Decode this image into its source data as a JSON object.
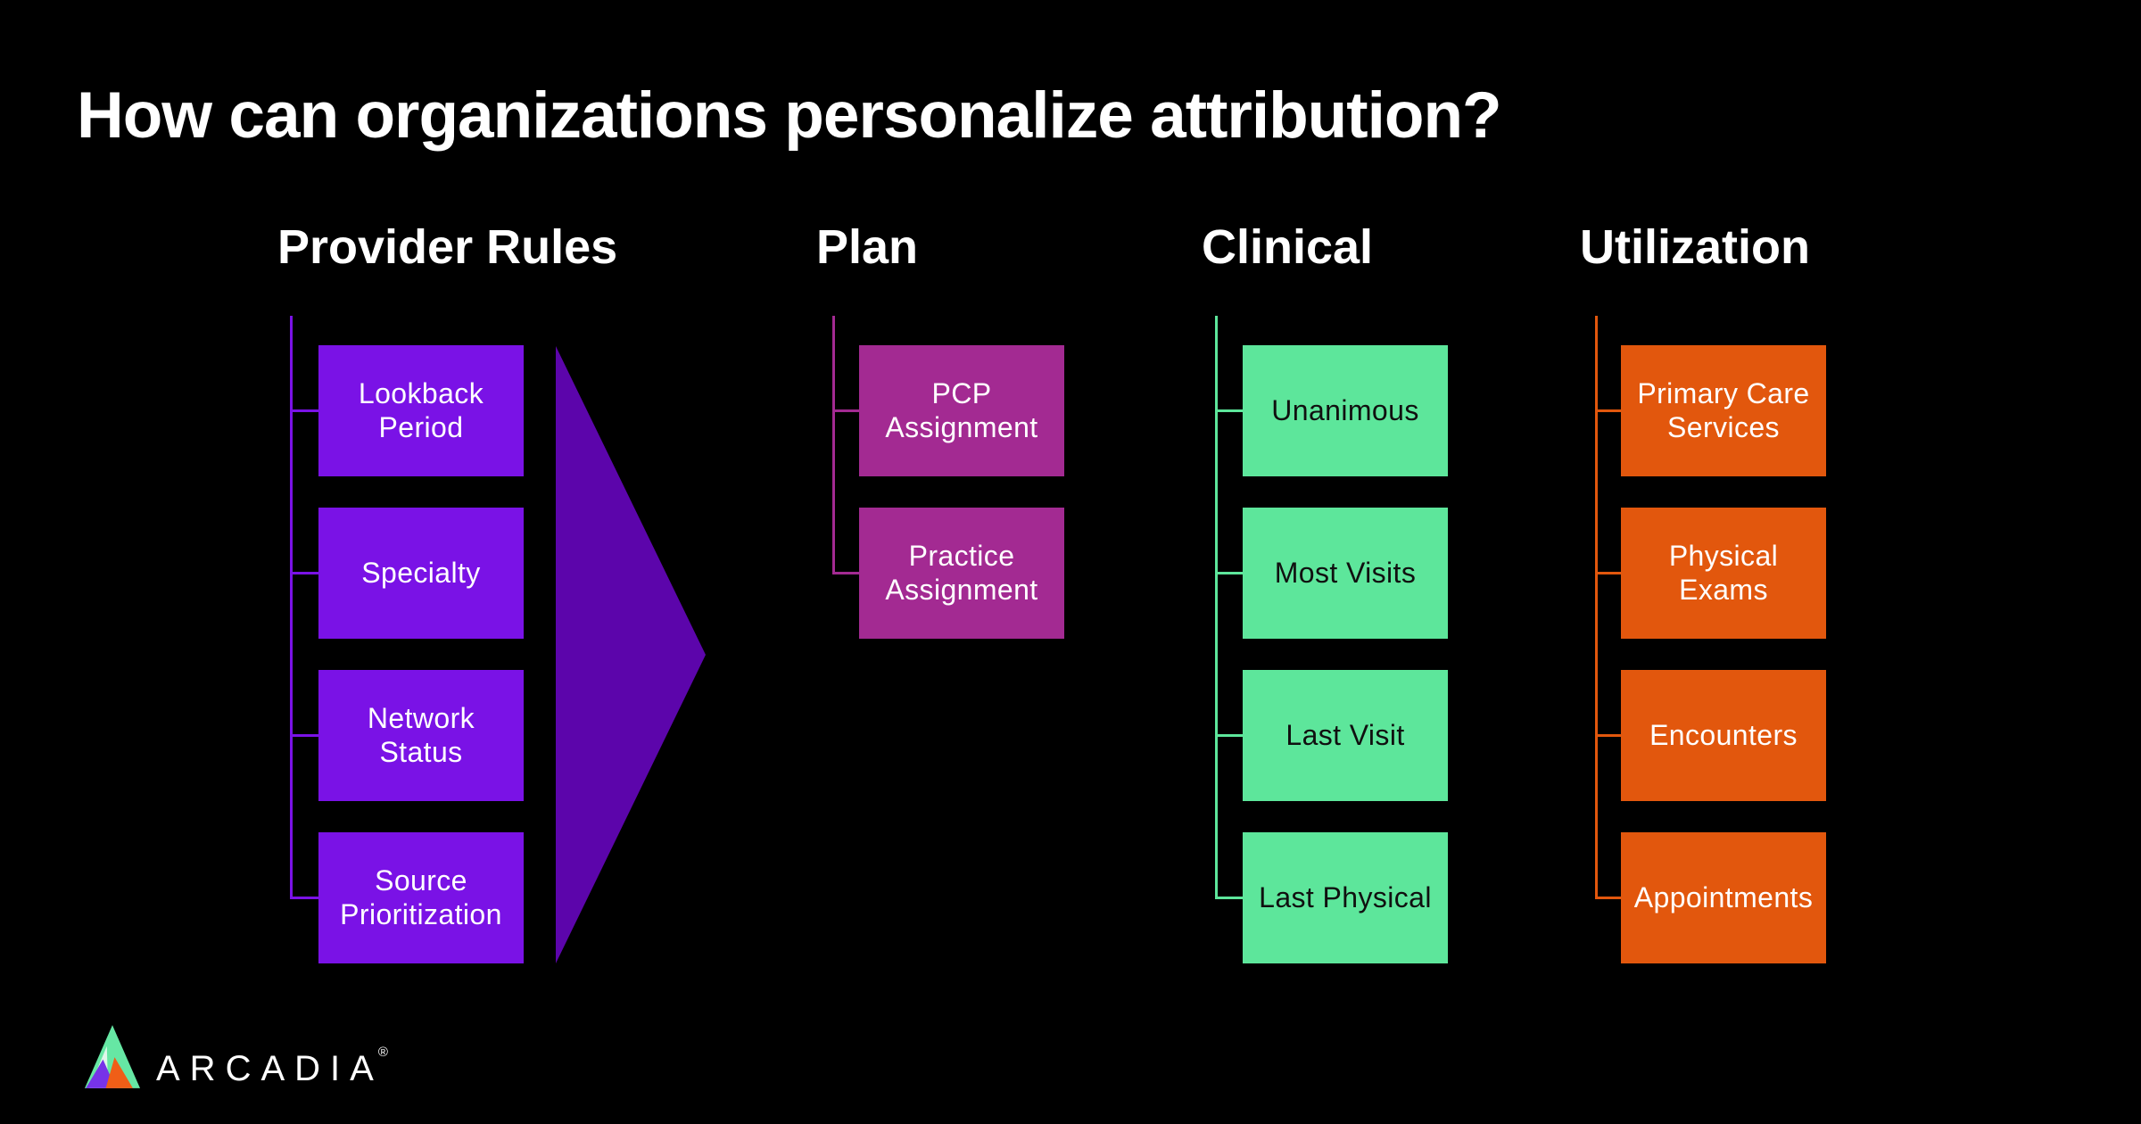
{
  "title": "How can organizations personalize attribution?",
  "columns": [
    {
      "header": "Provider Rules",
      "color": "#7A12E6",
      "text_color": "#FFFFFF",
      "items": [
        "Lookback Period",
        "Specialty",
        "Network Status",
        "Source Prioritization"
      ]
    },
    {
      "header": "Plan",
      "color": "#A32A92",
      "text_color": "#FFFFFF",
      "items": [
        "PCP Assignment",
        "Practice Assignment"
      ]
    },
    {
      "header": "Clinical",
      "color": "#5DE69B",
      "text_color": "#101010",
      "items": [
        "Unanimous",
        "Most Visits",
        "Last Visit",
        "Last Physical"
      ]
    },
    {
      "header": "Utilization",
      "color": "#E2570D",
      "text_color": "#FFFFFF",
      "items": [
        "Primary Care Services",
        "Physical Exams",
        "Encounters",
        "Appointments"
      ]
    }
  ],
  "arrow": {
    "color": "#5C05AB"
  },
  "brand": {
    "name": "ARCADIA",
    "registered": "®",
    "colors": {
      "green": "#66E7A4",
      "light": "#DFF7EA",
      "purple": "#7733E8",
      "orange": "#F05E17"
    }
  },
  "background_color": "#000000",
  "title_color": "#FFFFFF"
}
